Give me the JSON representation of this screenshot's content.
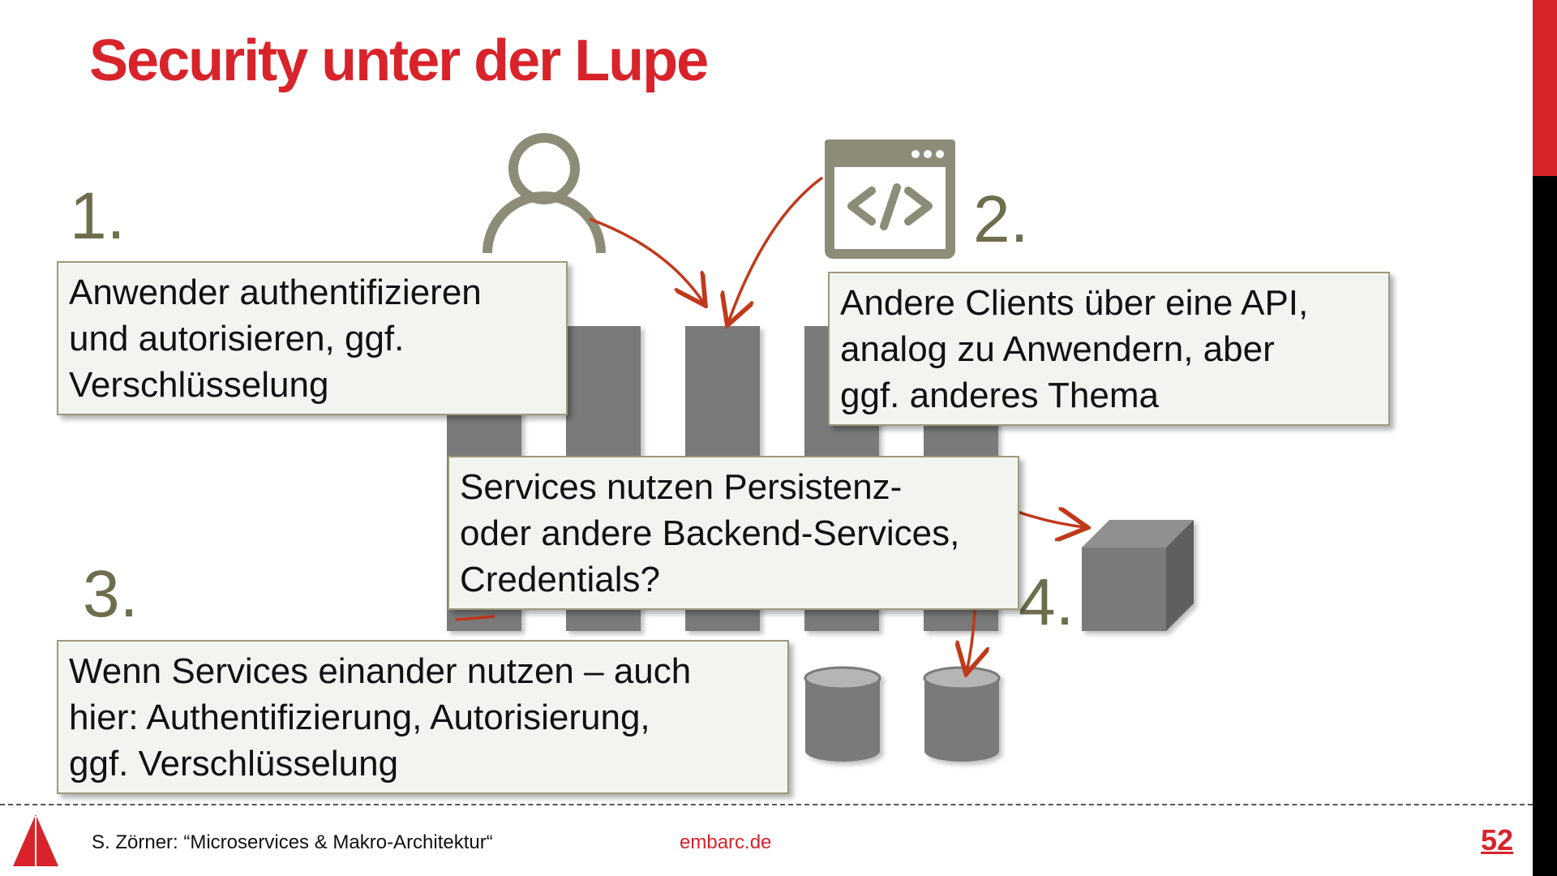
{
  "slide": {
    "title": "Security unter der Lupe"
  },
  "steps": [
    {
      "number": "1.",
      "lines": [
        "Anwender authentifizieren",
        "und autorisieren, ggf.",
        "Verschlüsselung"
      ]
    },
    {
      "number": "2.",
      "lines": [
        "Andere Clients über eine API,",
        "analog zu Anwendern, aber",
        "ggf. anderes Thema"
      ]
    },
    {
      "number": "3.",
      "lines": [
        "Wenn Services einander nutzen – auch",
        "hier: Authentifizierung, Autorisierung,",
        "ggf. Verschlüsselung"
      ]
    },
    {
      "number": "4.",
      "lines": [
        "Services nutzen Persistenz-",
        "oder andere Backend-Services,",
        "Credentials?"
      ]
    }
  ],
  "icons": {
    "user": "user-icon",
    "api_client": "code-window-icon",
    "backend": "cube-icon",
    "database": "database-icon",
    "service": "service-block-icon",
    "logo": "embarc-logo-icon"
  },
  "colors": {
    "accent": "#d8232a",
    "arrow": "#c0391b",
    "icon_olive": "#8c8c78",
    "service_gray": "#7a7a7a",
    "callout_bg": "#f3f3ef",
    "number_olive": "#6e6e4e"
  },
  "footer": {
    "citation": "S. Zörner: “Microservices & Makro-Architektur“",
    "url": "embarc.de",
    "page_number": "52"
  }
}
